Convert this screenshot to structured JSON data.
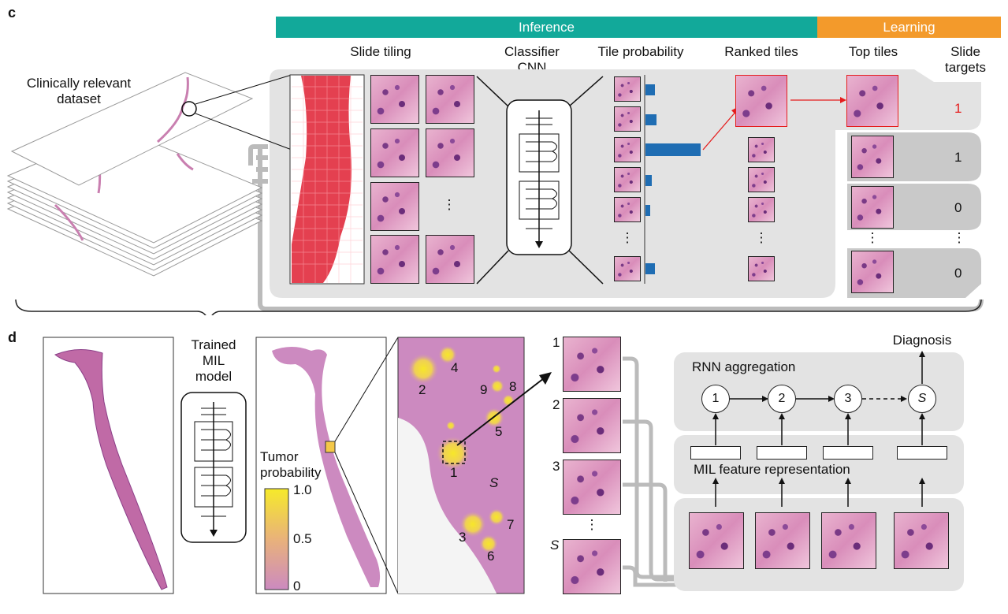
{
  "panels": {
    "c": "c",
    "d": "d"
  },
  "header": {
    "inference": "Inference",
    "learning": "Learning",
    "inference_color": "#12a99a",
    "learning_color": "#f39a2b"
  },
  "columns": {
    "slide_tiling": "Slide tiling",
    "classifier": "Classifier\nCNN",
    "tile_probability": "Tile probability",
    "ranked_tiles": "Ranked tiles",
    "top_tiles": "Top tiles",
    "slide_targets": "Slide\ntargets"
  },
  "dataset_label": "Clinically relevant\ndataset",
  "ellipsis": "⋮",
  "hellipsis": "⋮",
  "targets": [
    "1",
    "1",
    "0",
    "0"
  ],
  "target_highlight_color": "#e51d1d",
  "trained_label": "Trained\nMIL\nmodel",
  "tumor_label": "Tumor\nprobability",
  "colorbar_ticks": [
    "1.0",
    "0.5",
    "0"
  ],
  "heatmap_spots": [
    "1",
    "2",
    "3",
    "4",
    "5",
    "6",
    "7",
    "8",
    "9",
    "S"
  ],
  "tile_rank_labels": [
    "1",
    "2",
    "3",
    "S"
  ],
  "diagnosis_label": "Diagnosis",
  "rnn_label": "RNN aggregation",
  "rnn_nodes": [
    "1",
    "2",
    "3",
    "S"
  ],
  "mil_label": "MIL feature representation"
}
